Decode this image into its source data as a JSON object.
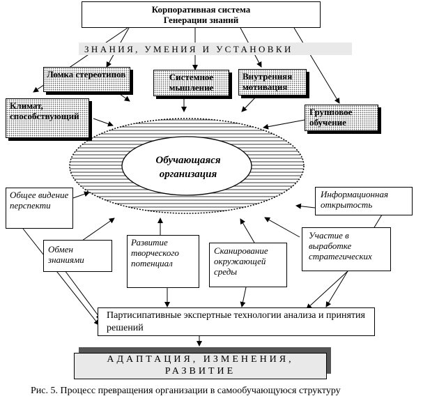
{
  "title_box": {
    "line1": "Корпоративная система",
    "line2": "Генерации знаний"
  },
  "knowledge_banner": "ЗНАНИЯ, УМЕНИЯ И УСТАНОВКИ",
  "top_factors": {
    "stereotypes": "Ломка стереотипов",
    "systems": "Системное мышление",
    "motivation": "Внутренняя мотивация",
    "climate": "Климат, способствующий",
    "group": "Групповое обучение"
  },
  "center_label": {
    "line1": "Обучающаяся",
    "line2": "организация"
  },
  "bottom_factors": {
    "vision": "Общее видение перспекти",
    "exchange": "Обмен знаниями",
    "creative": "Развитие творческого потенциал",
    "scanning": "Сканирование окружающей среды",
    "info": "Информационная открытость",
    "participation": "Участие в выработке стратегических"
  },
  "participative_box": "Партисипативные экспертные технологии анализа и принятия решений",
  "result_banner": {
    "line1": "АДАПТАЦИЯ, ИЗМЕНЕНИЯ,",
    "line2": "РАЗВИТИЕ"
  },
  "caption": "Рис. 5. Процесс превращения организации в самообучающуюся структуру"
}
